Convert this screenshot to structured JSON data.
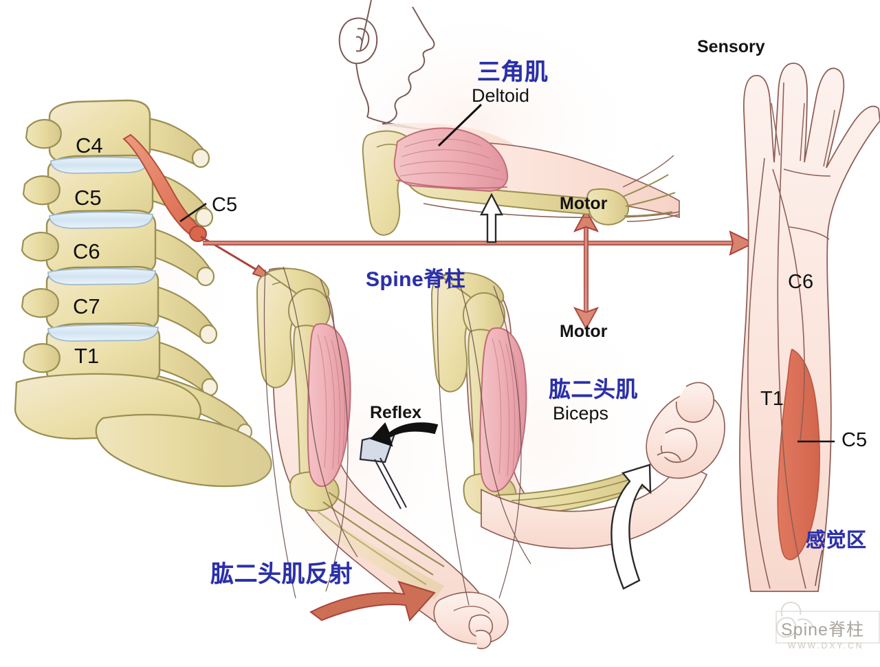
{
  "figure": {
    "title_semantic": "C5 nerve root clinical examination diagram",
    "labels": {
      "deltoid_cn": "三角肌",
      "deltoid_en": "Deltoid",
      "biceps_cn": "肱二头肌",
      "biceps_en": "Biceps",
      "biceps_reflex_cn": "肱二头肌反射",
      "spine_cn": "Spine脊柱",
      "sensory_area_cn": "感觉区",
      "sensory_en": "Sensory",
      "motor_top_en": "Motor",
      "motor_bottom_en": "Motor",
      "reflex_en": "Reflex"
    },
    "vertebrae": [
      {
        "id": "c4",
        "label": "C4"
      },
      {
        "id": "c5",
        "label": "C5"
      },
      {
        "id": "c6",
        "label": "C6"
      },
      {
        "id": "c7",
        "label": "C7"
      },
      {
        "id": "t1",
        "label": "T1"
      }
    ],
    "nerve_root_callout": "C5",
    "dermatome_labels": [
      {
        "id": "c6",
        "label": "C6"
      },
      {
        "id": "t1",
        "label": "T1"
      },
      {
        "id": "c5",
        "label": "C5"
      }
    ],
    "colors": {
      "label_blue": "#2a2fa8",
      "label_black": "#111111",
      "nerve_root_red": "#e07a5f",
      "arrow_red": "#a8433a",
      "dermatome_red": "#dd735a",
      "bone_fill": "#ece0ac",
      "bone_edge": "#9a8f52",
      "skin_fill": "#fbe3dc",
      "skin_edge": "#8e5f57",
      "muscle_fill": "#eeafb4",
      "muscle_edge": "#bf6e78",
      "disc_fill": "#d8e7f3",
      "hammer_fill": "#d5dce8"
    },
    "watermark": {
      "main": "Spine脊柱",
      "sub": "WWW.DXY.CN"
    }
  }
}
